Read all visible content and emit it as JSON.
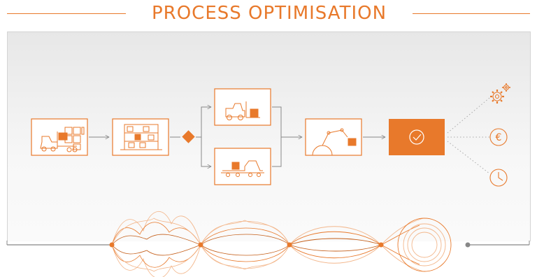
{
  "title": "PROCESS OPTIMISATION",
  "colors": {
    "accent": "#e8792b",
    "light_accent": "#f3b78c",
    "gray": "#888888",
    "panel": "#ececec"
  },
  "stages": [
    {
      "name": "warehouse-loading",
      "icon": "forklift-shelves-icon"
    },
    {
      "name": "storage-rack",
      "icon": "storage-rack-icon"
    },
    {
      "name": "decision",
      "icon": "diamond-decision-icon"
    },
    {
      "name": "forklift",
      "icon": "forklift-icon"
    },
    {
      "name": "conveyor-truck",
      "icon": "conveyor-truck-icon"
    },
    {
      "name": "robot-arm",
      "icon": "robot-arm-icon"
    },
    {
      "name": "completed",
      "icon": "check-circle-icon"
    }
  ],
  "outcomes": [
    {
      "name": "settings",
      "icon": "gears-icon"
    },
    {
      "name": "cost",
      "icon": "euro-icon",
      "symbol": "€"
    },
    {
      "name": "time",
      "icon": "clock-icon"
    }
  ]
}
